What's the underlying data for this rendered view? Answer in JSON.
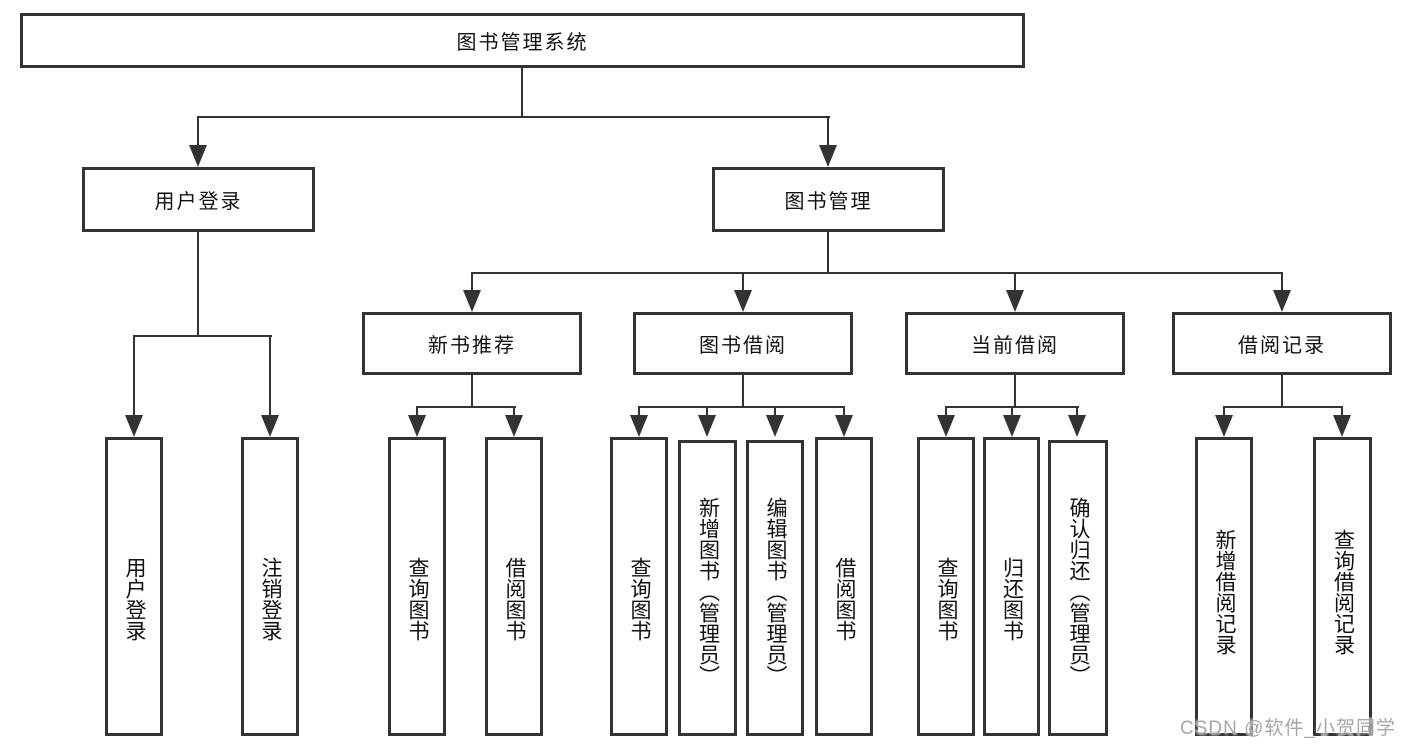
{
  "tree": {
    "root": "图书管理系统",
    "branches": [
      {
        "label": "用户登录",
        "children": [
          "用户登录",
          "注销登录"
        ]
      },
      {
        "label": "图书管理",
        "children": [
          {
            "label": "新书推荐",
            "children": [
              "查询图书",
              "借阅图书"
            ]
          },
          {
            "label": "图书借阅",
            "children": [
              "查询图书",
              "新增图书（管理员）",
              "编辑图书（管理员）",
              "借阅图书"
            ]
          },
          {
            "label": "当前借阅",
            "children": [
              "查询图书",
              "归还图书",
              "确认归还（管理员）"
            ]
          },
          {
            "label": "借阅记录",
            "children": [
              "新增借阅记录",
              "查询借阅记录"
            ]
          }
        ]
      }
    ]
  },
  "watermark": {
    "text": "CSDN @软件_小贺同学"
  },
  "colors": {
    "line": "#333333",
    "box_border": "#333333",
    "text": "#111111",
    "watermark": "#a6a6a6",
    "background": "#ffffff"
  }
}
